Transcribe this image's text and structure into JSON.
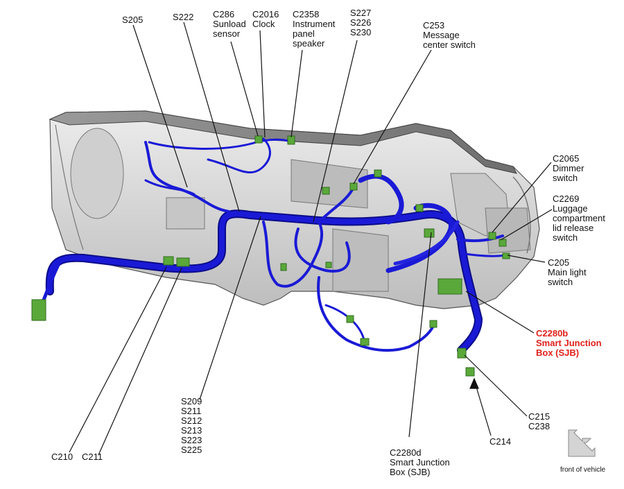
{
  "labels": {
    "s205": "S205",
    "s222": "S222",
    "c286": [
      "C286",
      "Sunload",
      "sensor"
    ],
    "c2016": [
      "C2016",
      "Clock"
    ],
    "c2358": [
      "C2358",
      "Instrument",
      "panel",
      "speaker"
    ],
    "s227": [
      "S227",
      "S226",
      "S230"
    ],
    "c253": [
      "C253",
      "Message",
      "center switch"
    ],
    "c2065": [
      "C2065",
      "Dimmer",
      "switch"
    ],
    "c2269": [
      "C2269",
      "Luggage",
      "compartment",
      "lid release",
      "switch"
    ],
    "c205": [
      "C205",
      "Main light",
      "switch"
    ],
    "c2280b": [
      "C2280b",
      "Smart Junction",
      "Box (SJB)"
    ],
    "c215": [
      "C215",
      "C238"
    ],
    "c214": "C214",
    "c2280d": [
      "C2280d",
      "Smart Junction",
      "Box (SJB)"
    ],
    "splices": [
      "S209",
      "S211",
      "S212",
      "S213",
      "S223",
      "S225"
    ],
    "c210": "C210",
    "c211": "C211",
    "front": "front of vehicle"
  },
  "colors": {
    "harness": "#1a1ad6",
    "harness_dark": "#0b0b8a",
    "connector": "#5aa83a",
    "panel": "#d6d6d6",
    "panel_dark": "#8a8a8a",
    "highlight": "#e0201b"
  }
}
